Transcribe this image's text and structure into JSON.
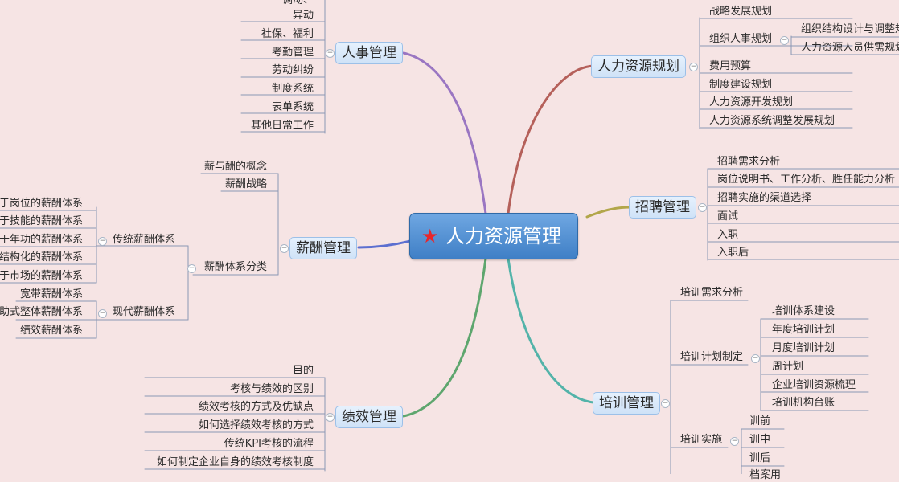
{
  "center": {
    "label": "人力资源管理",
    "icon": "star-icon"
  },
  "branches": {
    "hr_affairs": {
      "label": "人事管理",
      "items": [
        "调动、",
        "异动",
        "社保、福利",
        "考勤管理",
        "劳动纠纷",
        "制度系统",
        "表单系统",
        "其他日常工作"
      ]
    },
    "compensation": {
      "label": "薪酬管理",
      "items": [
        "薪与酬的概念",
        "薪酬战略",
        "薪酬体系分类"
      ],
      "traditional": {
        "label": "传统薪酬体系",
        "items": [
          "于岗位的薪酬体系",
          "于技能的薪酬体系",
          "于年功的薪酬体系",
          "结构化的薪酬体系",
          "于市场的薪酬体系"
        ]
      },
      "modern": {
        "label": "现代薪酬体系",
        "items": [
          "宽带薪酬体系",
          "助式整体薪酬体系",
          "绩效薪酬体系"
        ]
      }
    },
    "performance": {
      "label": "绩效管理",
      "items": [
        "目的",
        "考核与绩效的区别",
        "绩效考核的方式及优缺点",
        "如何选择绩效考核的方式",
        "传统KPI考核的流程",
        "如何制定企业自身的绩效考核制度"
      ]
    },
    "planning": {
      "label": "人力资源规划",
      "items": [
        "战略发展规划",
        "组织人事规划",
        "费用预算",
        "制度建设规划",
        "人力资源开发规划",
        "人力资源系统调整发展规划"
      ],
      "org_sub": [
        "组织结构设计与调整规",
        "人力资源人员供需规划"
      ]
    },
    "recruitment": {
      "label": "招聘管理",
      "items": [
        "招聘需求分析",
        "岗位说明书、工作分析、胜任能力分析",
        "招聘实施的渠道选择",
        "面试",
        "入职",
        "入职后"
      ]
    },
    "training": {
      "label": "培训管理",
      "items": [
        "培训需求分析",
        "培训计划制定",
        "培训实施"
      ],
      "plan_sub": [
        "培训体系建设",
        "年度培训计划",
        "月度培训计划",
        "周计划",
        "企业培训资源梳理",
        "培训机构台账"
      ],
      "impl_sub": [
        "训前",
        "训中",
        "训后",
        "档案用"
      ]
    }
  },
  "colors": {
    "background": "#f6e4e4",
    "hr_affairs": "#9a76c2",
    "compensation": "#5c6fd0",
    "performance": "#5ea66e",
    "planning": "#b5605a",
    "recruitment": "#b2a64a",
    "training": "#53b3a9"
  }
}
